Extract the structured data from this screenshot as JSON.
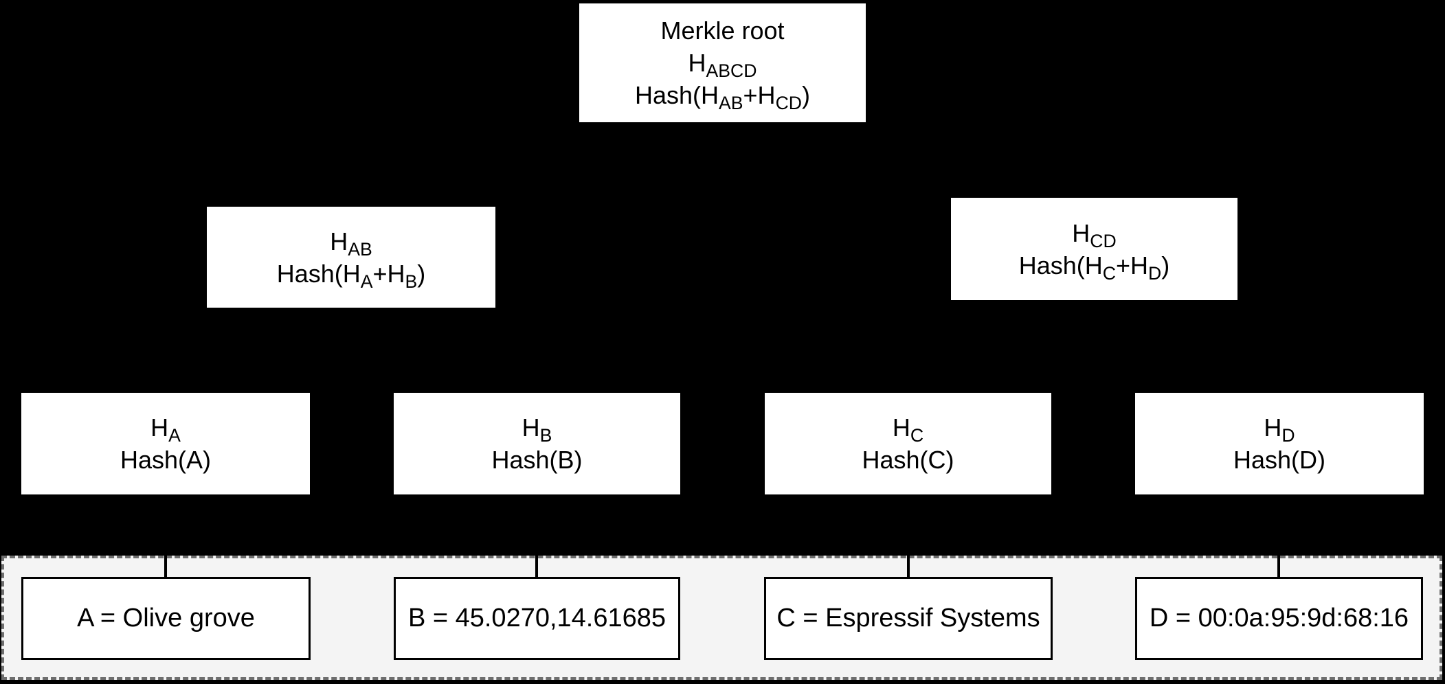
{
  "colors": {
    "canvas_bg": "#000000",
    "node_fill": "#ffffff",
    "text": "#000000",
    "strip_fill": "#f4f4f4",
    "strip_border": "#6e6e6e",
    "databox_border": "#000000",
    "connector": "#000000"
  },
  "tree": {
    "root": {
      "lines": [
        [
          {
            "t": "Merkle root"
          }
        ],
        [
          {
            "t": "H"
          },
          {
            "t": "ABCD",
            "sub": true
          }
        ],
        [
          {
            "t": "Hash(H"
          },
          {
            "t": "AB",
            "sub": true
          },
          {
            "t": "+H"
          },
          {
            "t": "CD",
            "sub": true
          },
          {
            "t": ")"
          }
        ]
      ]
    },
    "hab": {
      "lines": [
        [
          {
            "t": "H"
          },
          {
            "t": "AB",
            "sub": true
          }
        ],
        [
          {
            "t": "Hash(H"
          },
          {
            "t": "A",
            "sub": true
          },
          {
            "t": "+H"
          },
          {
            "t": "B",
            "sub": true
          },
          {
            "t": ")"
          }
        ]
      ]
    },
    "hcd": {
      "lines": [
        [
          {
            "t": "H"
          },
          {
            "t": "CD",
            "sub": true
          }
        ],
        [
          {
            "t": "Hash(H"
          },
          {
            "t": "C",
            "sub": true
          },
          {
            "t": "+H"
          },
          {
            "t": "D",
            "sub": true
          },
          {
            "t": ")"
          }
        ]
      ]
    },
    "ha": {
      "lines": [
        [
          {
            "t": "H"
          },
          {
            "t": "A",
            "sub": true
          }
        ],
        [
          {
            "t": "Hash(A)"
          }
        ]
      ]
    },
    "hb": {
      "lines": [
        [
          {
            "t": "H"
          },
          {
            "t": "B",
            "sub": true
          }
        ],
        [
          {
            "t": "Hash(B)"
          }
        ]
      ]
    },
    "hc": {
      "lines": [
        [
          {
            "t": "H"
          },
          {
            "t": "C",
            "sub": true
          }
        ],
        [
          {
            "t": "Hash(C)"
          }
        ]
      ]
    },
    "hd": {
      "lines": [
        [
          {
            "t": "H"
          },
          {
            "t": "D",
            "sub": true
          }
        ],
        [
          {
            "t": "Hash(D)"
          }
        ]
      ]
    }
  },
  "data_strip": {
    "items": [
      {
        "label": "A = Olive grove"
      },
      {
        "label": "B = 45.0270,14.61685"
      },
      {
        "label": "C = Espressif Systems"
      },
      {
        "label": "D = 00:0a:95:9d:68:16"
      }
    ]
  }
}
